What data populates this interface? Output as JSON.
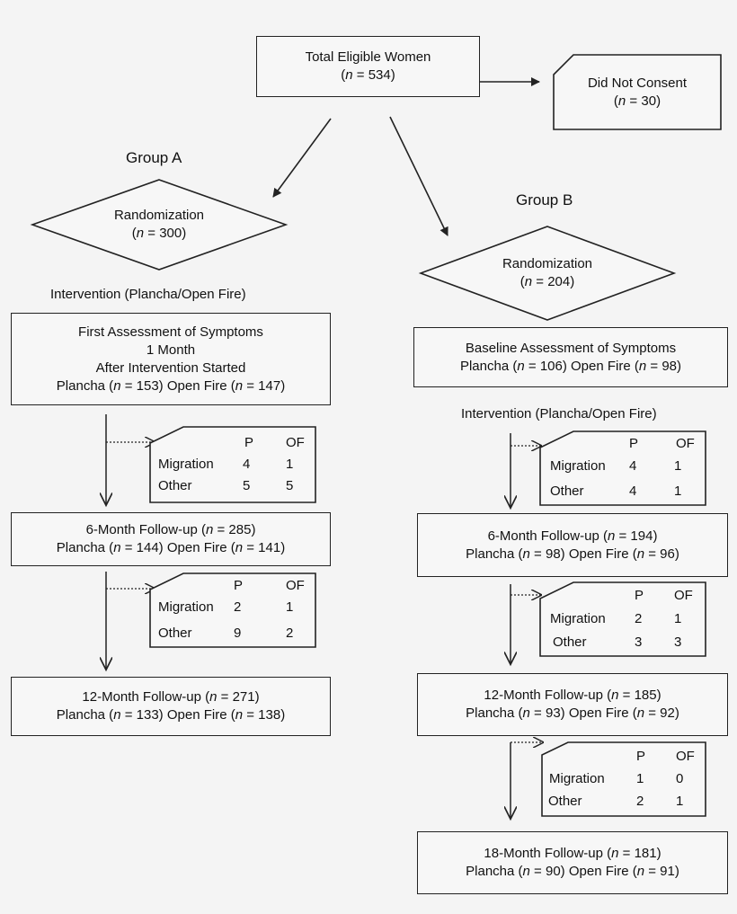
{
  "total": {
    "title": "Total Eligible Women",
    "n": "534"
  },
  "no_consent": {
    "title": "Did Not Consent",
    "n": "30"
  },
  "group_a": {
    "label": "Group A",
    "randomization": {
      "title": "Randomization",
      "n": "300"
    },
    "intervention_label": "Intervention (Plancha/Open Fire)",
    "first_assessment": {
      "line1": "First Assessment of Symptoms",
      "line2": "1 Month",
      "line3": "After Intervention Started",
      "plancha_n": "153",
      "openfire_n": "147"
    },
    "dropout1": {
      "p_header": "P",
      "of_header": "OF",
      "rows": [
        {
          "label": "Migration",
          "p": "4",
          "of": "1"
        },
        {
          "label": "Other",
          "p": "5",
          "of": "5"
        }
      ]
    },
    "followup6": {
      "title": "6-Month Follow-up",
      "n": "285",
      "plancha_n": "144",
      "openfire_n": "141"
    },
    "dropout2": {
      "p_header": "P",
      "of_header": "OF",
      "rows": [
        {
          "label": "Migration",
          "p": "2",
          "of": "1"
        },
        {
          "label": "Other",
          "p": "9",
          "of": "2"
        }
      ]
    },
    "followup12": {
      "title": "12-Month Follow-up",
      "n": "271",
      "plancha_n": "133",
      "openfire_n": "138"
    }
  },
  "group_b": {
    "label": "Group B",
    "randomization": {
      "title": "Randomization",
      "n": "204"
    },
    "baseline": {
      "title": "Baseline Assessment of Symptoms",
      "plancha_n": "106",
      "openfire_n": "98"
    },
    "intervention_label": "Intervention (Plancha/Open Fire)",
    "dropout1": {
      "p_header": "P",
      "of_header": "OF",
      "rows": [
        {
          "label": "Migration",
          "p": "4",
          "of": "1"
        },
        {
          "label": "Other",
          "p": "4",
          "of": "1"
        }
      ]
    },
    "followup6": {
      "title": "6-Month Follow-up",
      "n": "194",
      "plancha_n": "98",
      "openfire_n": "96"
    },
    "dropout2": {
      "p_header": "P",
      "of_header": "OF",
      "rows": [
        {
          "label": "Migration",
          "p": "2",
          "of": "1"
        },
        {
          "label": "Other",
          "p": "3",
          "of": "3"
        }
      ]
    },
    "followup12": {
      "title": "12-Month Follow-up",
      "n": "185",
      "plancha_n": "93",
      "openfire_n": "92"
    },
    "dropout3": {
      "p_header": "P",
      "of_header": "OF",
      "rows": [
        {
          "label": "Migration",
          "p": "1",
          "of": "0"
        },
        {
          "label": "Other",
          "p": "2",
          "of": "1"
        }
      ]
    },
    "followup18": {
      "title": "18-Month Follow-up",
      "n": "181",
      "plancha_n": "90",
      "openfire_n": "91"
    }
  },
  "text": {
    "n_symbol": "n",
    "plancha": "Plancha",
    "open_fire": "Open Fire"
  }
}
